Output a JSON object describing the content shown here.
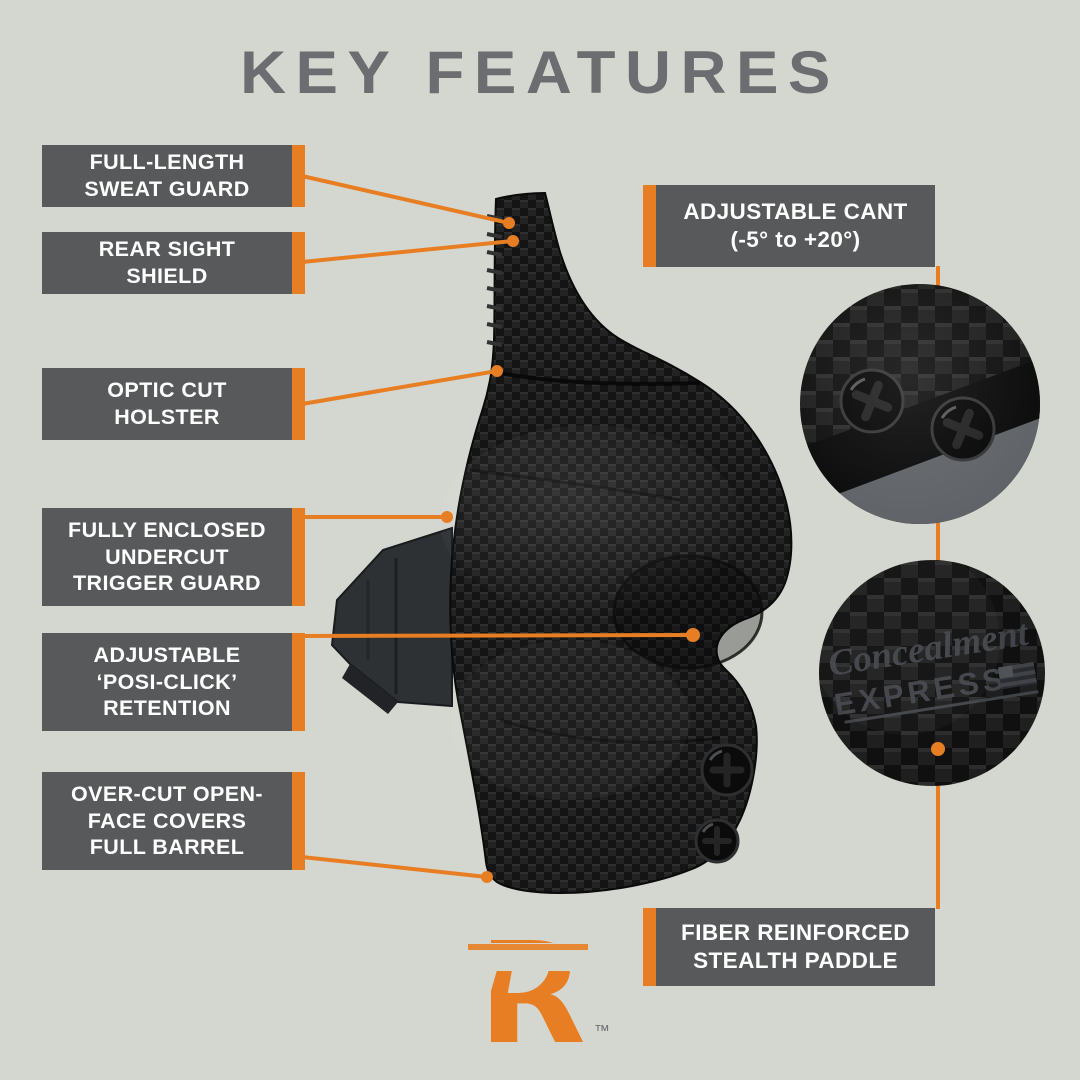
{
  "title": "KEY FEATURES",
  "colors": {
    "background": "#d4d7d0",
    "accent_orange": "#e87e23",
    "label_box_gray": "#58595b",
    "title_gray": "#6b6d70",
    "label_text": "#ffffff"
  },
  "labels_left": [
    {
      "lines": [
        "FULL-LENGTH",
        "SWEAT GUARD"
      ]
    },
    {
      "lines": [
        "REAR SIGHT",
        "SHIELD"
      ]
    },
    {
      "lines": [
        "OPTIC CUT",
        "HOLSTER"
      ]
    },
    {
      "lines": [
        "FULLY ENCLOSED",
        "UNDERCUT",
        "TRIGGER GUARD"
      ]
    },
    {
      "lines": [
        "ADJUSTABLE",
        "‘POSI-CLICK’",
        "RETENTION"
      ]
    },
    {
      "lines": [
        "OVER-CUT OPEN-",
        "FACE COVERS",
        "FULL BARREL"
      ]
    }
  ],
  "labels_right": [
    {
      "lines": [
        "ADJUSTABLE CANT",
        "(-5° to +20°)"
      ]
    },
    {
      "lines": [
        "FIBER REINFORCED",
        "STEALTH PADDLE"
      ]
    }
  ],
  "inset_logo": {
    "script": "Concealment",
    "block": "EXPRESS"
  },
  "logo": {
    "letter": "R",
    "tm": "™"
  }
}
